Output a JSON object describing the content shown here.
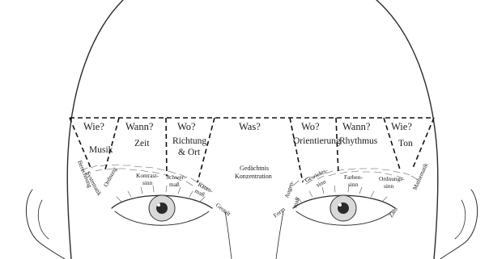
{
  "diagram": {
    "columns_left": [
      {
        "question": "Wie?",
        "category": "Musik"
      },
      {
        "question": "Wann?",
        "category": "Zeit"
      },
      {
        "question": "Wo?",
        "category_line1": "Richtung",
        "category_line2": "& Ort"
      }
    ],
    "center": {
      "question": "Was?",
      "line1": "Gedächtnis",
      "line2": "Konzentration"
    },
    "columns_right": [
      {
        "question": "Wo?",
        "category": "Orientierung"
      },
      {
        "question": "Wann?",
        "category": "Rhythmus"
      },
      {
        "question": "Wie?",
        "category": "Ton"
      }
    ],
    "left_brow_labels": {
      "berechnung": "Berechnung",
      "systematik": "Systematik",
      "ordnung": "Ordnung",
      "kontrast_1": "Kontrast-",
      "kontrast_2": "sinn",
      "schwer_1": "Schwer-",
      "schwer_2": "maß",
      "raum_1": "Raum-",
      "raum_2": "maß",
      "gestalt": "Gestalt"
    },
    "right_brow_labels": {
      "form": "Form",
      "augen_1": "Augen-",
      "augen_2": "maß",
      "gewichts_1": "Gewichts-",
      "gewichts_2": "sinn",
      "farben_1": "Farben-",
      "farben_2": "sinn",
      "ordnungs_1": "Ordnungs-",
      "ordnungs_2": "sinn",
      "mathematik": "Mathematik",
      "zahl": "Zahl"
    }
  }
}
